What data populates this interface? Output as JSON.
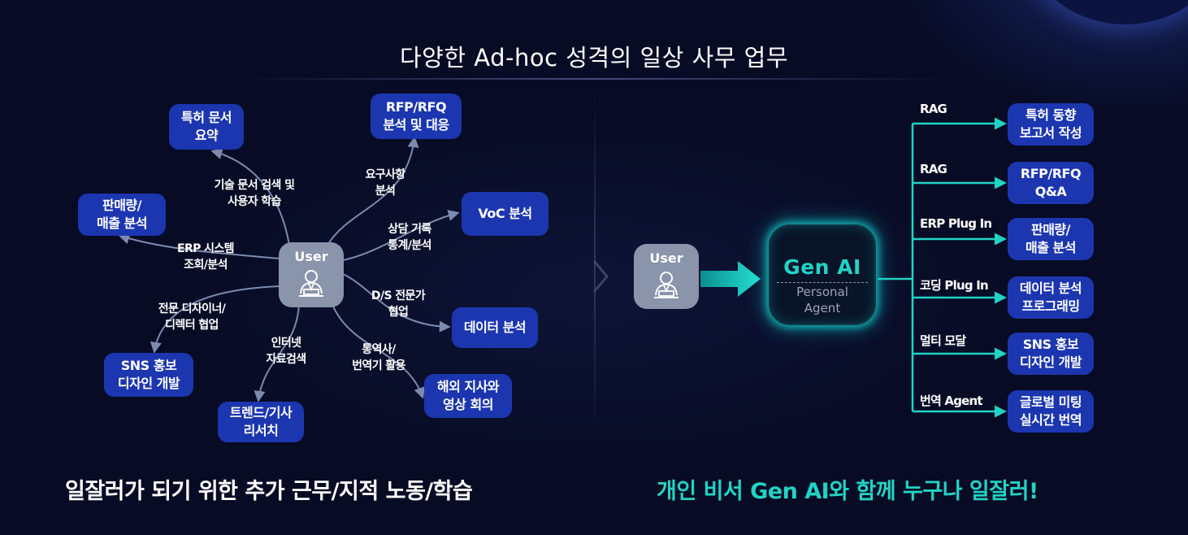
{
  "title": "다양한 Ad-hoc 성격의 일상 사무 업무",
  "left": {
    "user_label": "User",
    "tasks": [
      {
        "id": "patent-summary",
        "label": "특허 문서\n요약"
      },
      {
        "id": "rfp-analysis",
        "label": "RFP/RFQ\n분석 및 대응"
      },
      {
        "id": "sales-analysis",
        "label": "판매량/\n매출 분석"
      },
      {
        "id": "voc-analysis",
        "label": "VoC 분석"
      },
      {
        "id": "data-analysis",
        "label": "데이터 분석"
      },
      {
        "id": "sns-design",
        "label": "SNS 홍보\n디자인 개발"
      },
      {
        "id": "overseas-meeting",
        "label": "해외 지사와\n영상 회의"
      },
      {
        "id": "trend-research",
        "label": "트렌드/기사\n리서치"
      }
    ],
    "edge_labels": [
      {
        "id": "tech-search",
        "label": "기술 문서 검색 및\n사용자 학습"
      },
      {
        "id": "requirements",
        "label": "요구사항\n분석"
      },
      {
        "id": "consult-records",
        "label": "상담 기록\n통계/분석"
      },
      {
        "id": "erp-lookup",
        "label": "ERP 시스템\n조회/분석"
      },
      {
        "id": "ds-collab",
        "label": "D/S 전문가\n협업"
      },
      {
        "id": "designer-collab",
        "label": "전문 디자이너/\n디렉터 협업"
      },
      {
        "id": "internet-search",
        "label": "인터넷\n자료검색"
      },
      {
        "id": "interpreter",
        "label": "통역사/\n번역기 활용"
      }
    ],
    "caption": "일잘러가 되기 위한 추가 근무/지적 노동/학습"
  },
  "right": {
    "user_label": "User",
    "genai": {
      "title": "Gen AI",
      "subtitle": "Personal\nAgent"
    },
    "outputs": [
      {
        "tool": "RAG",
        "label": "특허 동향\n보고서 작성"
      },
      {
        "tool": "RAG",
        "label": "RFP/RFQ\nQ&A"
      },
      {
        "tool": "ERP Plug In",
        "label": "판매량/\n매출 분석"
      },
      {
        "tool": "코딩 Plug In",
        "label": "데이터 분석\n프로그래밍"
      },
      {
        "tool": "멀티 모달",
        "label": "SNS 홍보\n디자인 개발"
      },
      {
        "tool": "번역 Agent",
        "label": "글로벌 미팅\n실시간 번역"
      }
    ],
    "caption": "개인 비서 Gen AI와 함께 누구나 일잘러!"
  },
  "colors": {
    "background": "#070b24",
    "task_box": "#1c36b0",
    "user_box": "#8a94ab",
    "accent_teal": "#22d3c5",
    "wire_left": "#7c8aae"
  },
  "icons": [
    "user-person-icon",
    "arrow-right-icon",
    "chevron-right-icon"
  ]
}
